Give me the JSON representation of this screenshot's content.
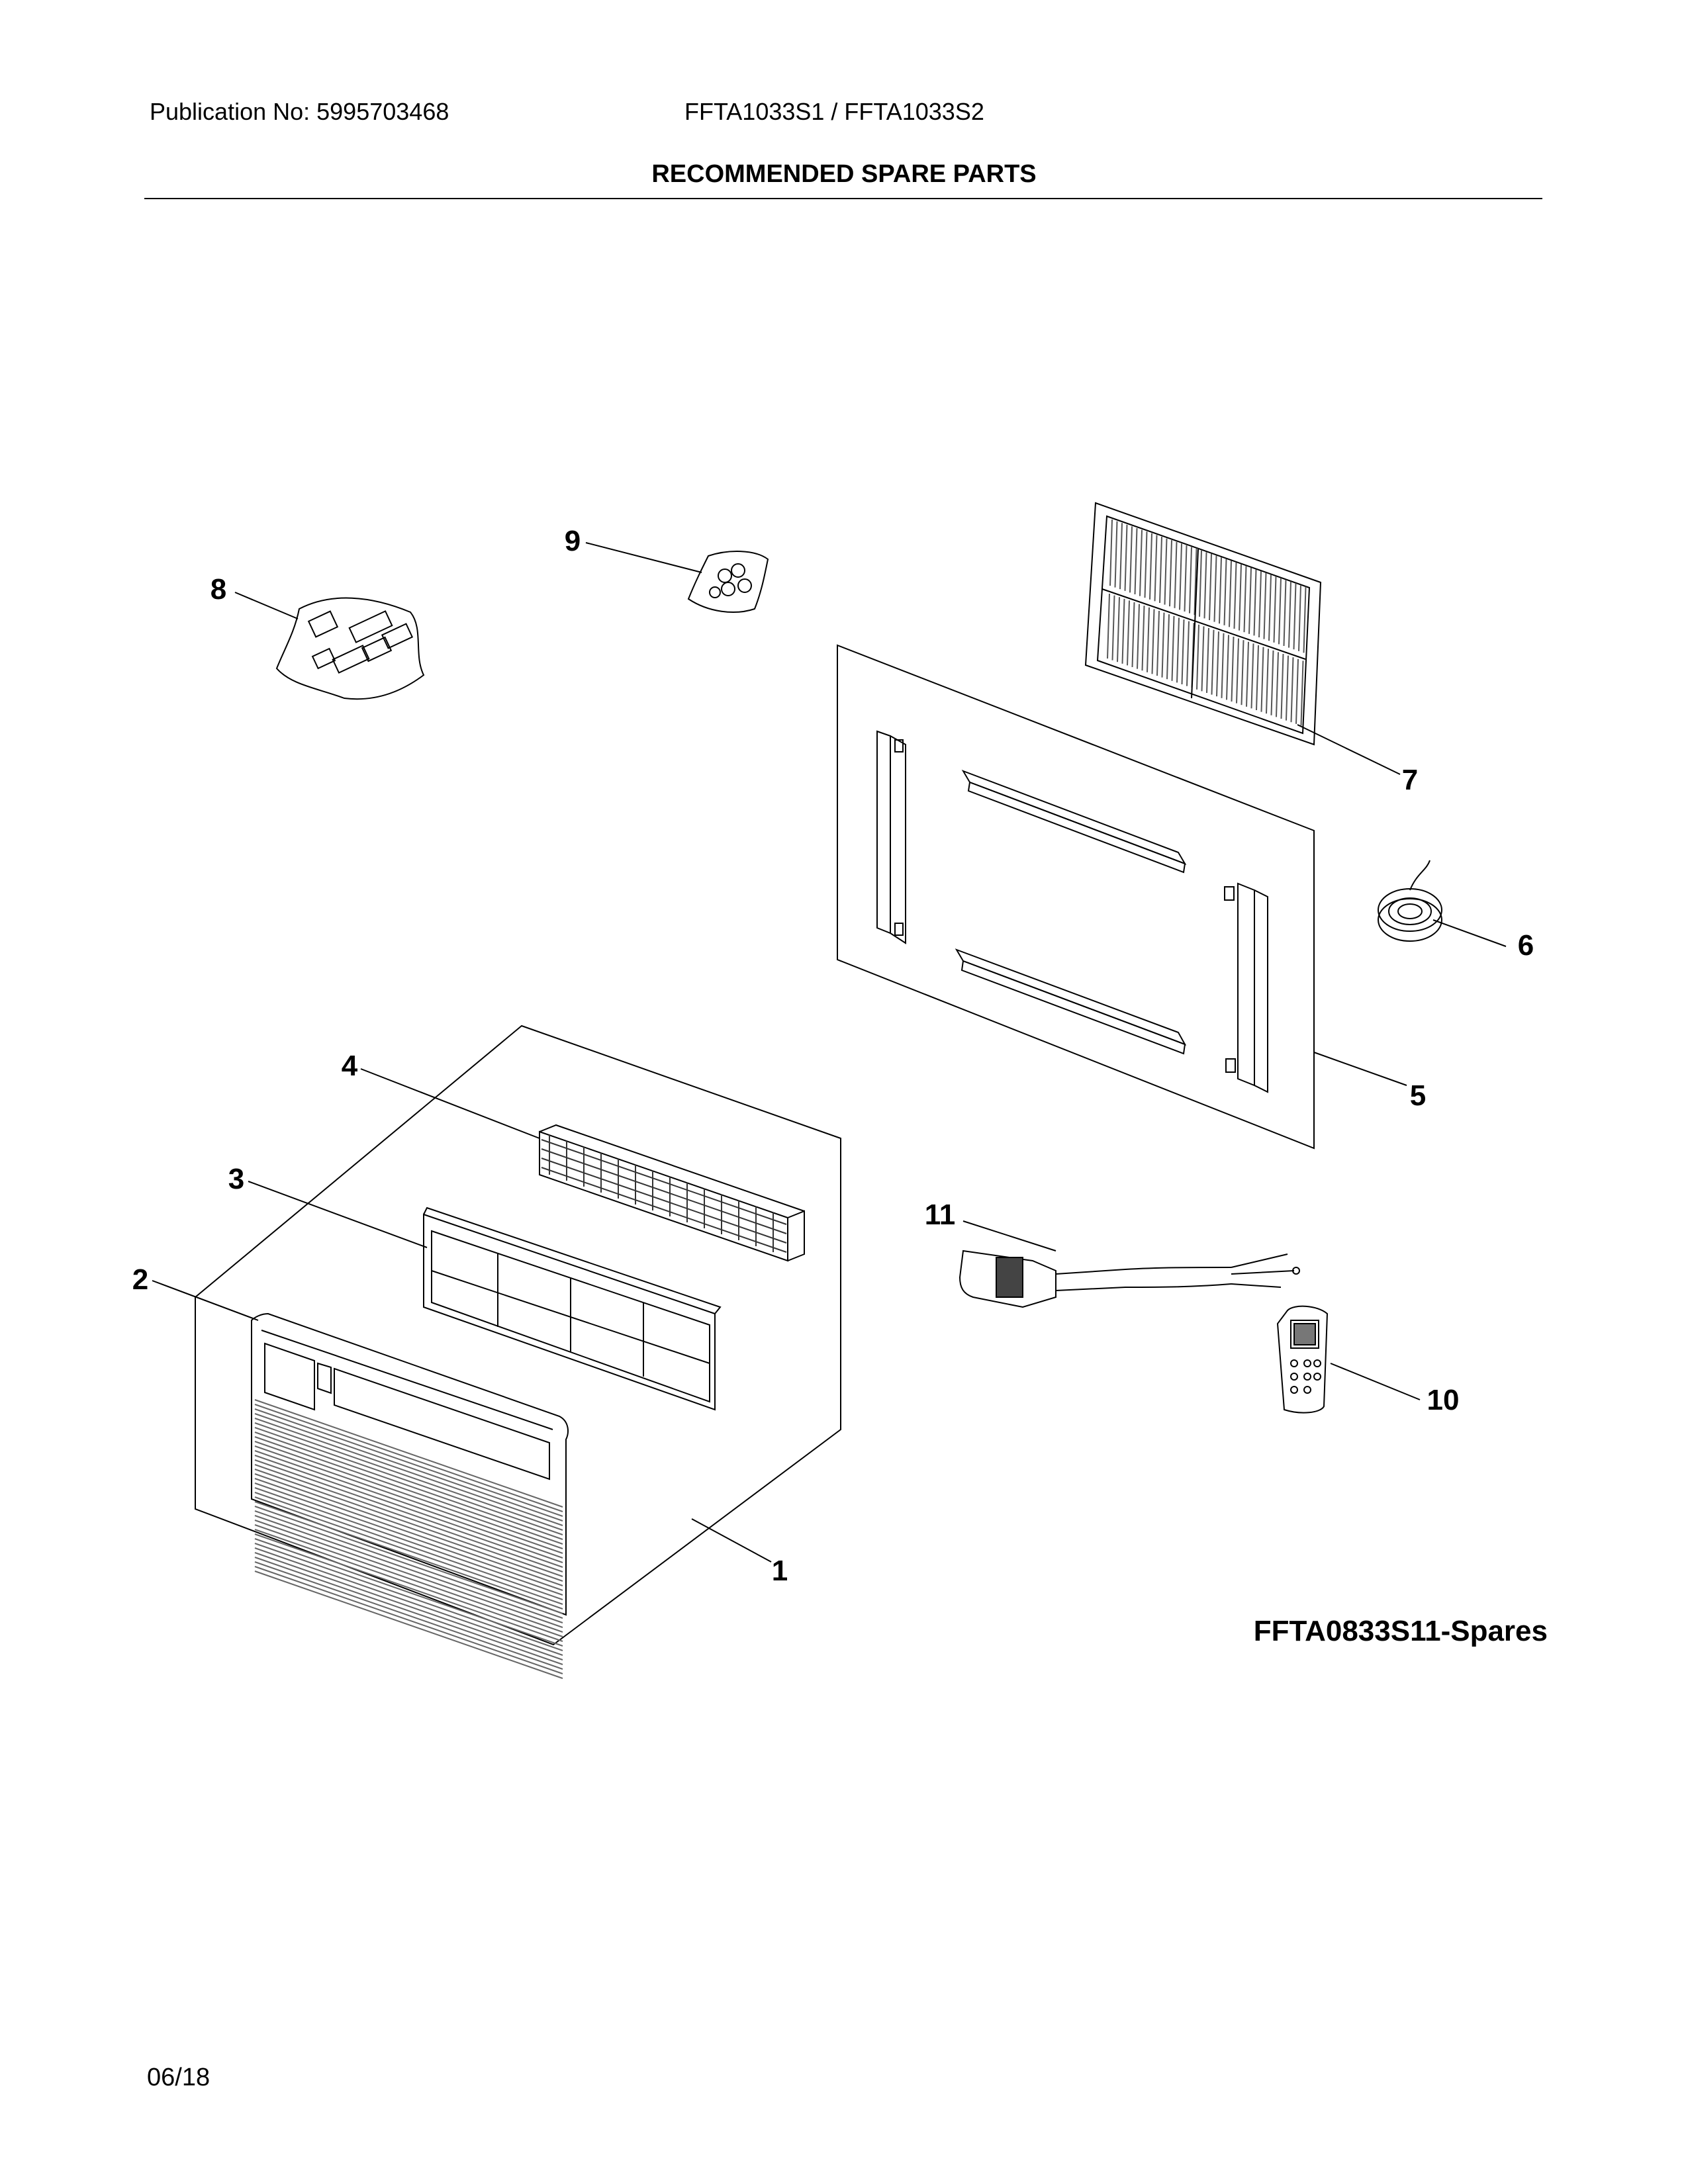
{
  "header": {
    "publication": "Publication No: 5995703468",
    "models": "FFTA1033S1 / FFTA1033S2"
  },
  "title": "RECOMMENDED SPARE PARTS",
  "figure_id": "FFTA0833S11-Spares",
  "footer": {
    "date": "06/18"
  },
  "callouts": [
    "1",
    "2",
    "3",
    "4",
    "5",
    "6",
    "7",
    "8",
    "9",
    "10",
    "11"
  ],
  "colors": {
    "ink": "#000000",
    "part_fill": "#ffffff",
    "shade": "#888888"
  }
}
